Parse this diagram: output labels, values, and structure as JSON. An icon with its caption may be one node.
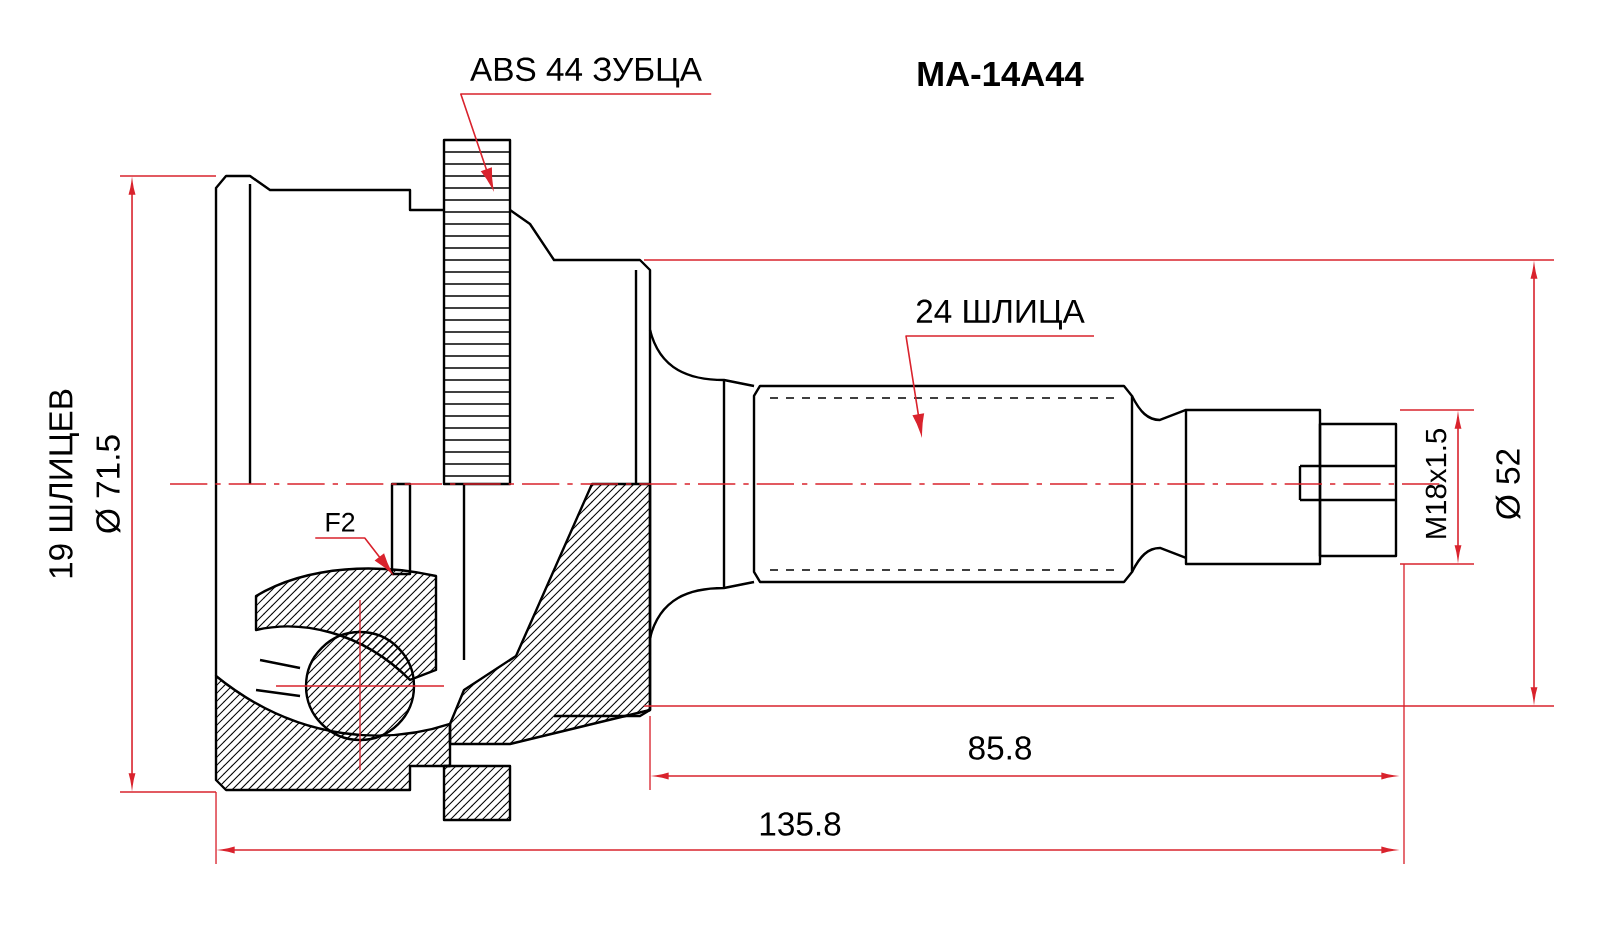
{
  "diagram": {
    "title": "MA-14A44",
    "nodes": [
      {
        "text": [
          "ABS 44 ЗУБЦА"
        ]
      },
      {
        "text": [
          "24 ШЛИЦА"
        ]
      },
      {
        "text": [
          "F2"
        ]
      }
    ],
    "edges": [
      {
        "from": 0,
        "to": null,
        "arrow": "to"
      },
      {
        "from": 1,
        "to": null,
        "arrow": "to"
      },
      {
        "from": 2,
        "to": null,
        "arrow": "to"
      }
    ],
    "labels": [
      "19 ШЛИЦЕВ",
      "Ø 71.5",
      "Ø 52",
      "M18x1.5",
      "85.8",
      "135.8"
    ]
  }
}
